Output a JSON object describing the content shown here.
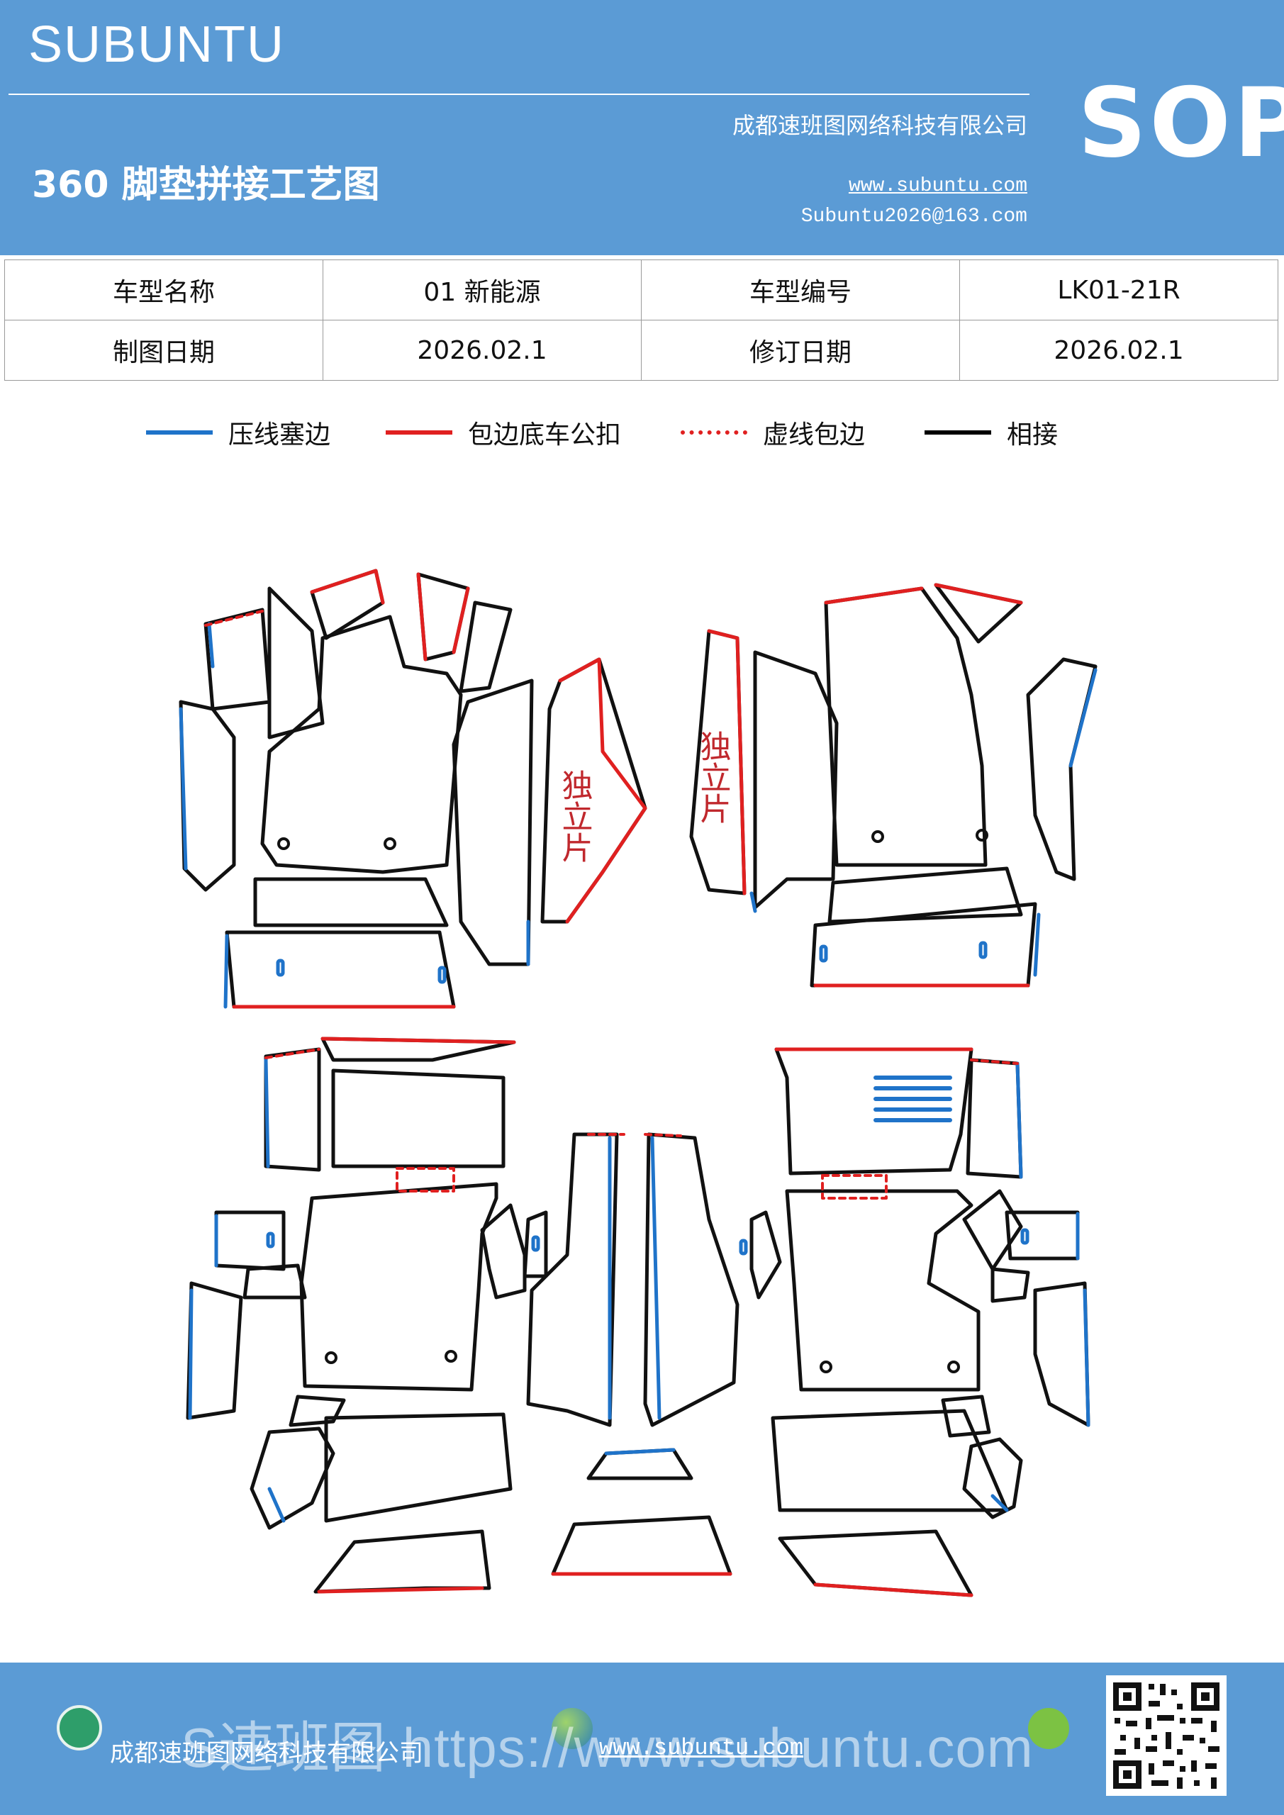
{
  "header": {
    "brand": "SUBUNTU",
    "badge": "SOP",
    "title": "360 脚垫拼接工艺图",
    "company": "成都速班图网络科技有限公司",
    "website": "www.subuntu.com",
    "email": "Subuntu2026@163.com"
  },
  "info_table": {
    "rows": [
      [
        "车型名称",
        "01 新能源",
        "车型编号",
        "LK01-21R"
      ],
      [
        "制图日期",
        "2026.02.1",
        "修订日期",
        "2026.02.1"
      ]
    ]
  },
  "legend": [
    {
      "label": "压线塞边",
      "color": "#1f73c9",
      "style": "solid"
    },
    {
      "label": "包边底车公扣",
      "color": "#e02020",
      "style": "solid"
    },
    {
      "label": "虚线包边",
      "color": "#e02020",
      "style": "dashed"
    },
    {
      "label": "相接",
      "color": "#000000",
      "style": "solid"
    }
  ],
  "diagram": {
    "label_left": "独立片",
    "label_right": "独立片"
  },
  "footer": {
    "company": "成都速班图网络科技有限公司",
    "website": "www.subuntu.com",
    "watermark": "S速班图 https://www.subuntu.com"
  },
  "colors": {
    "blue_band": "#5b9bd5",
    "pressed_edge": "#1f73c9",
    "wrap_edge": "#e02020",
    "joint": "#000000"
  },
  "icons": [
    "building-icon",
    "globe-icon",
    "wechat-icon",
    "qr-code"
  ]
}
